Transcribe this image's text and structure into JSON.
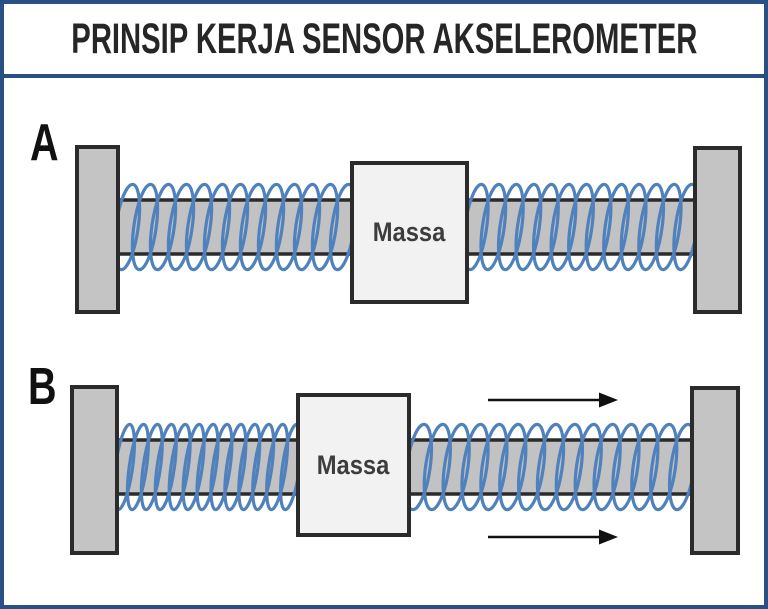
{
  "title": "PRINSIP KERJA SENSOR AKSELEROMETER",
  "colors": {
    "frame_blue": "#2a4f85",
    "spring_blue": "#4f81bd",
    "wall_gray": "#c4c4c4",
    "bar_gray": "#c2c2c2",
    "mass_fill": "#f2f2f2",
    "outline_dark": "#2b2b2b",
    "title_dark": "#262626",
    "mass_text_dark": "#3d3d3d",
    "arrow_black": "#111111"
  },
  "diagram": {
    "panel_a": {
      "label": "A",
      "mass_label": "Massa",
      "left_spring_coils": 13,
      "right_spring_coils": 13
    },
    "panel_b": {
      "label": "B",
      "mass_label": "Massa",
      "left_spring_coils": 13,
      "right_spring_coils": 15,
      "arrow_count": 2,
      "arrow_direction": "right"
    }
  }
}
